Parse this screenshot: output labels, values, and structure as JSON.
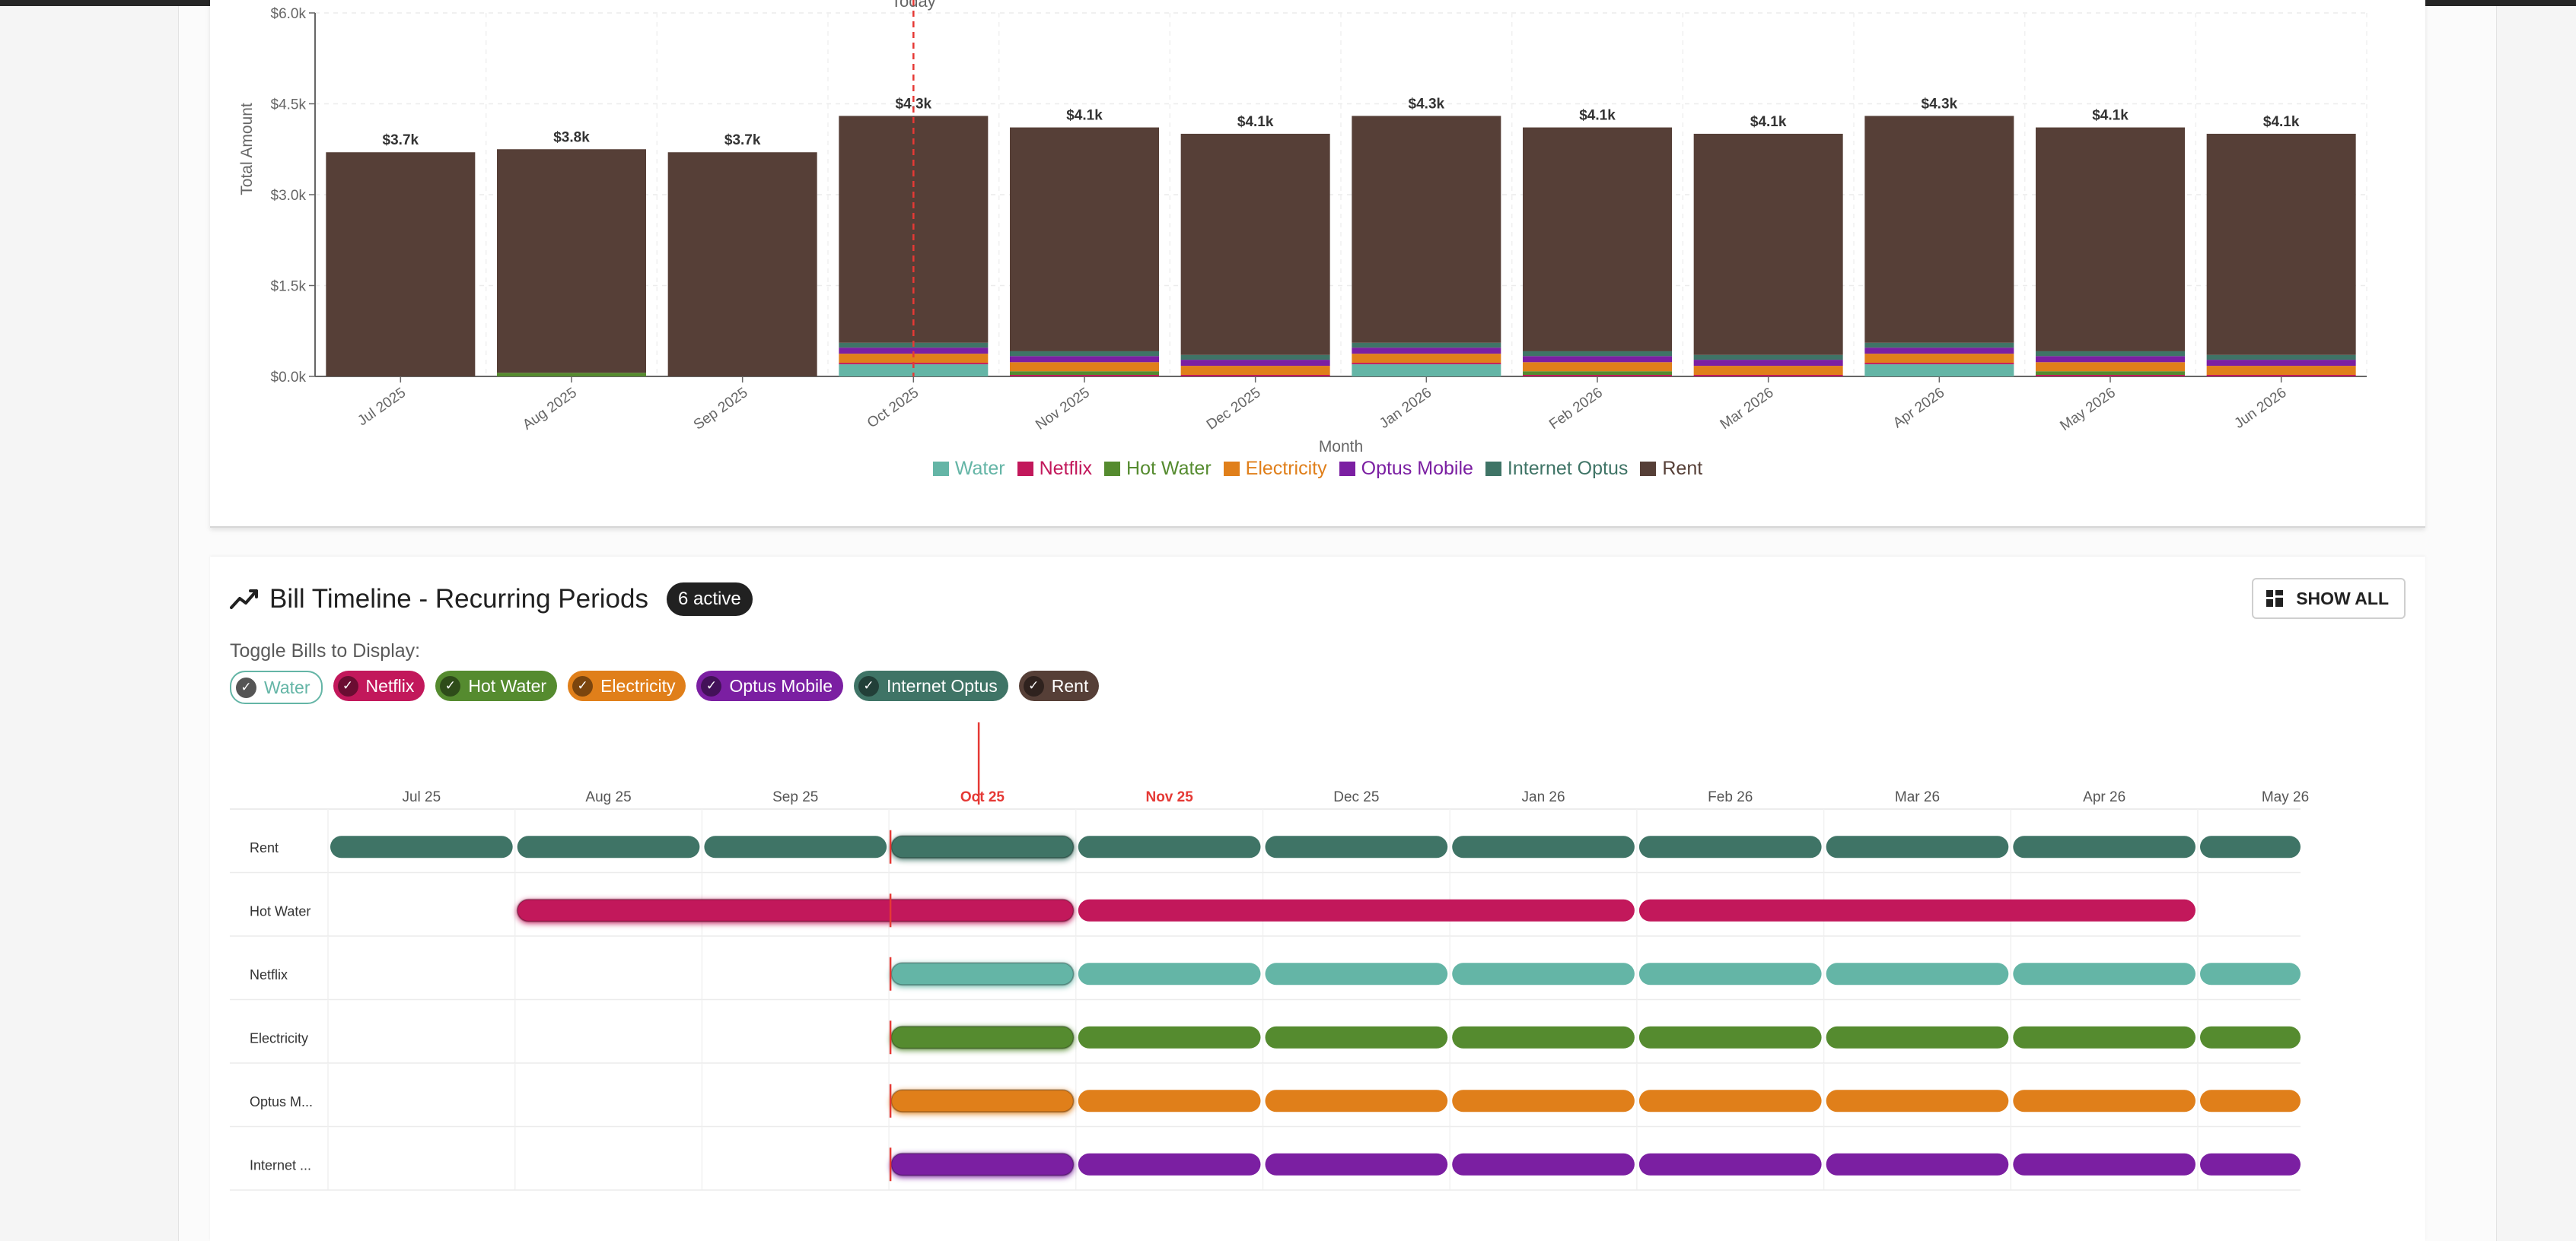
{
  "colors": {
    "water": "#64b5a6",
    "netflix": "#c2185b",
    "hot_water": "#558b2f",
    "electricity": "#e07f1a",
    "optus_mobile": "#7b1fa2",
    "internet_optus": "#3f7466",
    "rent": "#563f37",
    "today_line": "#e53935",
    "current_month": "#e53935"
  },
  "chart_data": {
    "type": "bar",
    "stacked": true,
    "ylabel": "Total Amount",
    "xlabel": "Month",
    "ylim": [
      0,
      6000
    ],
    "y_ticks": [
      "$0.0k",
      "$1.5k",
      "$3.0k",
      "$4.5k",
      "$6.0k"
    ],
    "y_tick_values": [
      0,
      1500,
      3000,
      4500,
      6000
    ],
    "today_marker": {
      "label": "Today",
      "category": "Oct 2025"
    },
    "categories": [
      "Jul 2025",
      "Aug 2025",
      "Sep 2025",
      "Oct 2025",
      "Nov 2025",
      "Dec 2025",
      "Jan 2026",
      "Feb 2026",
      "Mar 2026",
      "Apr 2026",
      "May 2026",
      "Jun 2026"
    ],
    "totals_labels": [
      "$3.7k",
      "$3.8k",
      "$3.7k",
      "$4.3k",
      "$4.1k",
      "$4.1k",
      "$4.3k",
      "$4.1k",
      "$4.1k",
      "$4.3k",
      "$4.1k",
      "$4.1k"
    ],
    "series": [
      {
        "name": "Water",
        "color_key": "water",
        "values": [
          0,
          0,
          0,
          200,
          0,
          0,
          200,
          0,
          0,
          200,
          0,
          0
        ]
      },
      {
        "name": "Netflix",
        "color_key": "netflix",
        "values": [
          0,
          0,
          0,
          25,
          25,
          25,
          25,
          25,
          25,
          25,
          25,
          25
        ]
      },
      {
        "name": "Hot Water",
        "color_key": "hot_water",
        "values": [
          0,
          60,
          0,
          0,
          60,
          0,
          0,
          60,
          0,
          0,
          60,
          0
        ]
      },
      {
        "name": "Electricity",
        "color_key": "electricity",
        "values": [
          0,
          0,
          0,
          150,
          150,
          150,
          150,
          150,
          150,
          150,
          150,
          150
        ]
      },
      {
        "name": "Optus Mobile",
        "color_key": "optus_mobile",
        "values": [
          0,
          0,
          0,
          100,
          100,
          100,
          100,
          100,
          100,
          100,
          100,
          100
        ]
      },
      {
        "name": "Internet Optus",
        "color_key": "internet_optus",
        "values": [
          0,
          0,
          0,
          80,
          80,
          80,
          80,
          80,
          80,
          80,
          80,
          80
        ]
      },
      {
        "name": "Rent",
        "color_key": "rent",
        "values": [
          3700,
          3690,
          3700,
          3745,
          3695,
          3650,
          3745,
          3695,
          3650,
          3745,
          3695,
          3650
        ]
      }
    ]
  },
  "timeline": {
    "title": "Bill Timeline - Recurring Periods",
    "active_badge": "6 active",
    "show_all_label": "SHOW ALL",
    "toggle_label": "Toggle Bills to Display:",
    "chips": [
      {
        "label": "Water",
        "color_key": "water",
        "selected": false
      },
      {
        "label": "Netflix",
        "color_key": "netflix",
        "selected": true
      },
      {
        "label": "Hot Water",
        "color_key": "hot_water",
        "selected": true
      },
      {
        "label": "Electricity",
        "color_key": "electricity",
        "selected": true
      },
      {
        "label": "Optus Mobile",
        "color_key": "optus_mobile",
        "selected": true
      },
      {
        "label": "Internet Optus",
        "color_key": "internet_optus",
        "selected": true
      },
      {
        "label": "Rent",
        "color_key": "rent",
        "selected": true
      }
    ],
    "month_labels": [
      "Jul 25",
      "Aug 25",
      "Sep 25",
      "Oct 25",
      "Nov 25",
      "Dec 25",
      "Jan 26",
      "Feb 26",
      "Mar 26",
      "Apr 26",
      "May 26"
    ],
    "highlighted_months": [
      "Oct 25",
      "Nov 25"
    ],
    "today_month_index": 3,
    "rows": [
      {
        "label": "Rent",
        "color_key": "internet_optus",
        "periods": [
          [
            0,
            1
          ],
          [
            1,
            2
          ],
          [
            2,
            3
          ],
          [
            3,
            4
          ],
          [
            4,
            5
          ],
          [
            5,
            6
          ],
          [
            6,
            7
          ],
          [
            7,
            8
          ],
          [
            8,
            9
          ],
          [
            9,
            10
          ],
          [
            10,
            11
          ]
        ]
      },
      {
        "label": "Hot Water",
        "color_key": "netflix",
        "periods": [
          [
            1,
            4
          ],
          [
            4,
            7
          ],
          [
            7,
            10
          ]
        ]
      },
      {
        "label": "Netflix",
        "color_key": "water",
        "periods": [
          [
            3,
            4
          ],
          [
            4,
            5
          ],
          [
            5,
            6
          ],
          [
            6,
            7
          ],
          [
            7,
            8
          ],
          [
            8,
            9
          ],
          [
            9,
            10
          ],
          [
            10,
            11
          ]
        ]
      },
      {
        "label": "Electricity",
        "color_key": "hot_water",
        "periods": [
          [
            3,
            4
          ],
          [
            4,
            5
          ],
          [
            5,
            6
          ],
          [
            6,
            7
          ],
          [
            7,
            8
          ],
          [
            8,
            9
          ],
          [
            9,
            10
          ],
          [
            10,
            11
          ]
        ]
      },
      {
        "label": "Optus M...",
        "color_key": "electricity",
        "periods": [
          [
            3,
            4
          ],
          [
            4,
            5
          ],
          [
            5,
            6
          ],
          [
            6,
            7
          ],
          [
            7,
            8
          ],
          [
            8,
            9
          ],
          [
            9,
            10
          ],
          [
            10,
            11
          ]
        ]
      },
      {
        "label": "Internet ...",
        "color_key": "optus_mobile",
        "periods": [
          [
            3,
            4
          ],
          [
            4,
            5
          ],
          [
            5,
            6
          ],
          [
            6,
            7
          ],
          [
            7,
            8
          ],
          [
            8,
            9
          ],
          [
            9,
            10
          ],
          [
            10,
            11
          ]
        ]
      }
    ]
  }
}
